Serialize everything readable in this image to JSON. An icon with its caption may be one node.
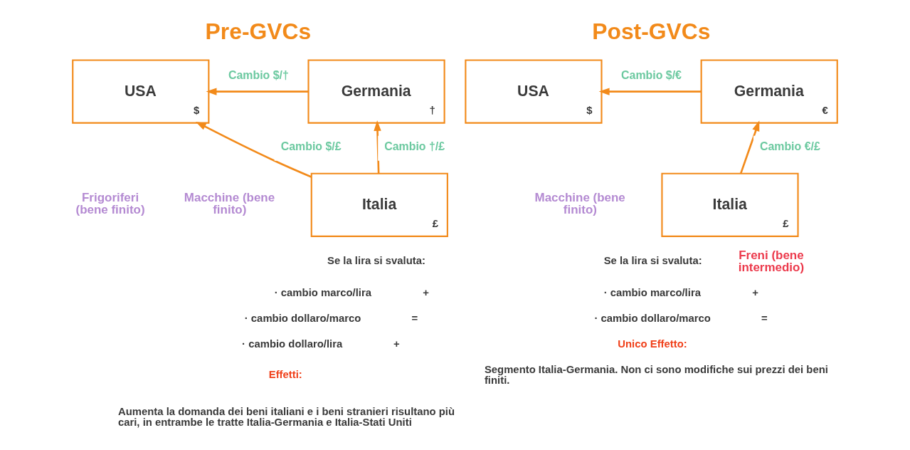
{
  "diagram": {
    "nodes": [
      {
        "text": [
          "USA",
          "$"
        ]
      },
      {
        "text": [
          "Germania",
          "†"
        ]
      },
      {
        "text": [
          "Italia",
          "£"
        ]
      },
      {
        "text": [
          "USA",
          "$"
        ]
      },
      {
        "text": [
          "Germania",
          "€"
        ]
      },
      {
        "text": [
          "Italia",
          "£"
        ]
      }
    ],
    "edges": [
      {
        "from": 1,
        "to": 0,
        "arrow": "to",
        "label": "Cambio $/†"
      },
      {
        "from": 2,
        "to": 1,
        "arrow": "to",
        "label": "Cambio †/£"
      },
      {
        "from": 2,
        "to": 0,
        "arrow": "to",
        "label": "Cambio $/£"
      },
      {
        "from": 4,
        "to": 3,
        "arrow": "to",
        "label": "Cambio $/€"
      },
      {
        "from": 5,
        "to": 4,
        "arrow": "to",
        "label": "Cambio €/£"
      }
    ],
    "labels": [
      "Pre-GVCs",
      "Frigoriferi (bene finito)",
      "Macchine (bene finito)",
      "Se la lira si svaluta:",
      "· cambio marco/lira",
      "+",
      "· cambio dollaro/marco",
      "=",
      "· cambio dollaro/lira",
      "+",
      "Effetti:",
      "Aumenta la domanda dei beni italiani e i beni stranieri risultano più cari, in entrambe le tratte Italia-Germania e Italia-Stati Uniti",
      "Post-GVCs",
      "Macchine (bene finito)",
      "Se la lira si svaluta:",
      "· cambio marco/lira",
      "+",
      "· cambio dollaro/marco",
      "=",
      "Freni (bene intermedio)",
      "Unico Effetto:",
      "Segmento Italia-Germania. Non ci sono modifiche sui prezzi dei beni finiti."
    ]
  }
}
